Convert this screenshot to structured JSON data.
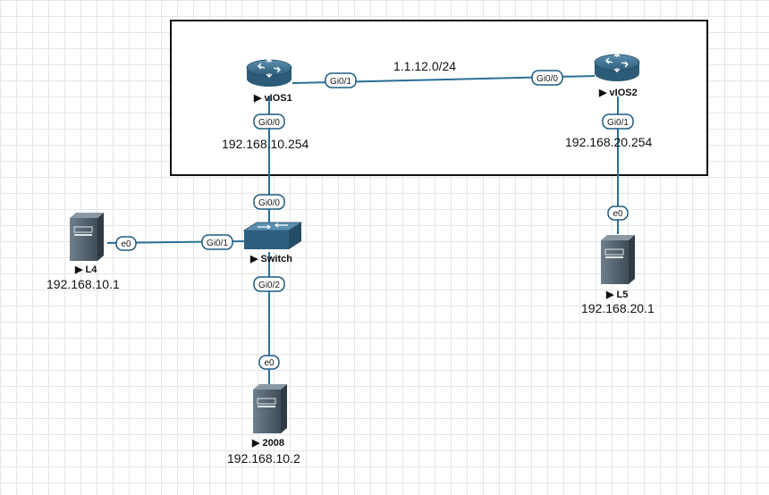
{
  "subnet_label": "1.1.12.0/24",
  "nodes": {
    "vios1": {
      "name": "vIOS1",
      "ip": "192.168.10.254"
    },
    "vios2": {
      "name": "vIOS2",
      "ip": "192.168.20.254"
    },
    "switch": {
      "name": "Switch"
    },
    "l4": {
      "name": "L4",
      "ip": "192.168.10.1"
    },
    "l5": {
      "name": "L5",
      "ip": "192.168.20.1"
    },
    "s2008": {
      "name": "2008",
      "ip": "192.168.10.2"
    }
  },
  "ports": {
    "vios1_gi01": "Gi0/1",
    "vios2_gi00": "Gi0/0",
    "vios1_gi00": "Gi0/0",
    "vios2_gi01": "Gi0/1",
    "switch_gi00": "Gi0/0",
    "switch_gi01": "Gi0/1",
    "switch_gi02": "Gi0/2",
    "l4_e0": "e0",
    "l5_e0": "e0",
    "s2008_e0": "e0"
  },
  "colors": {
    "link": "#2a6e99",
    "router": "#336a8c",
    "switch": "#2f5f80",
    "server": "#4a5966",
    "port_border": "#1e5b82"
  }
}
